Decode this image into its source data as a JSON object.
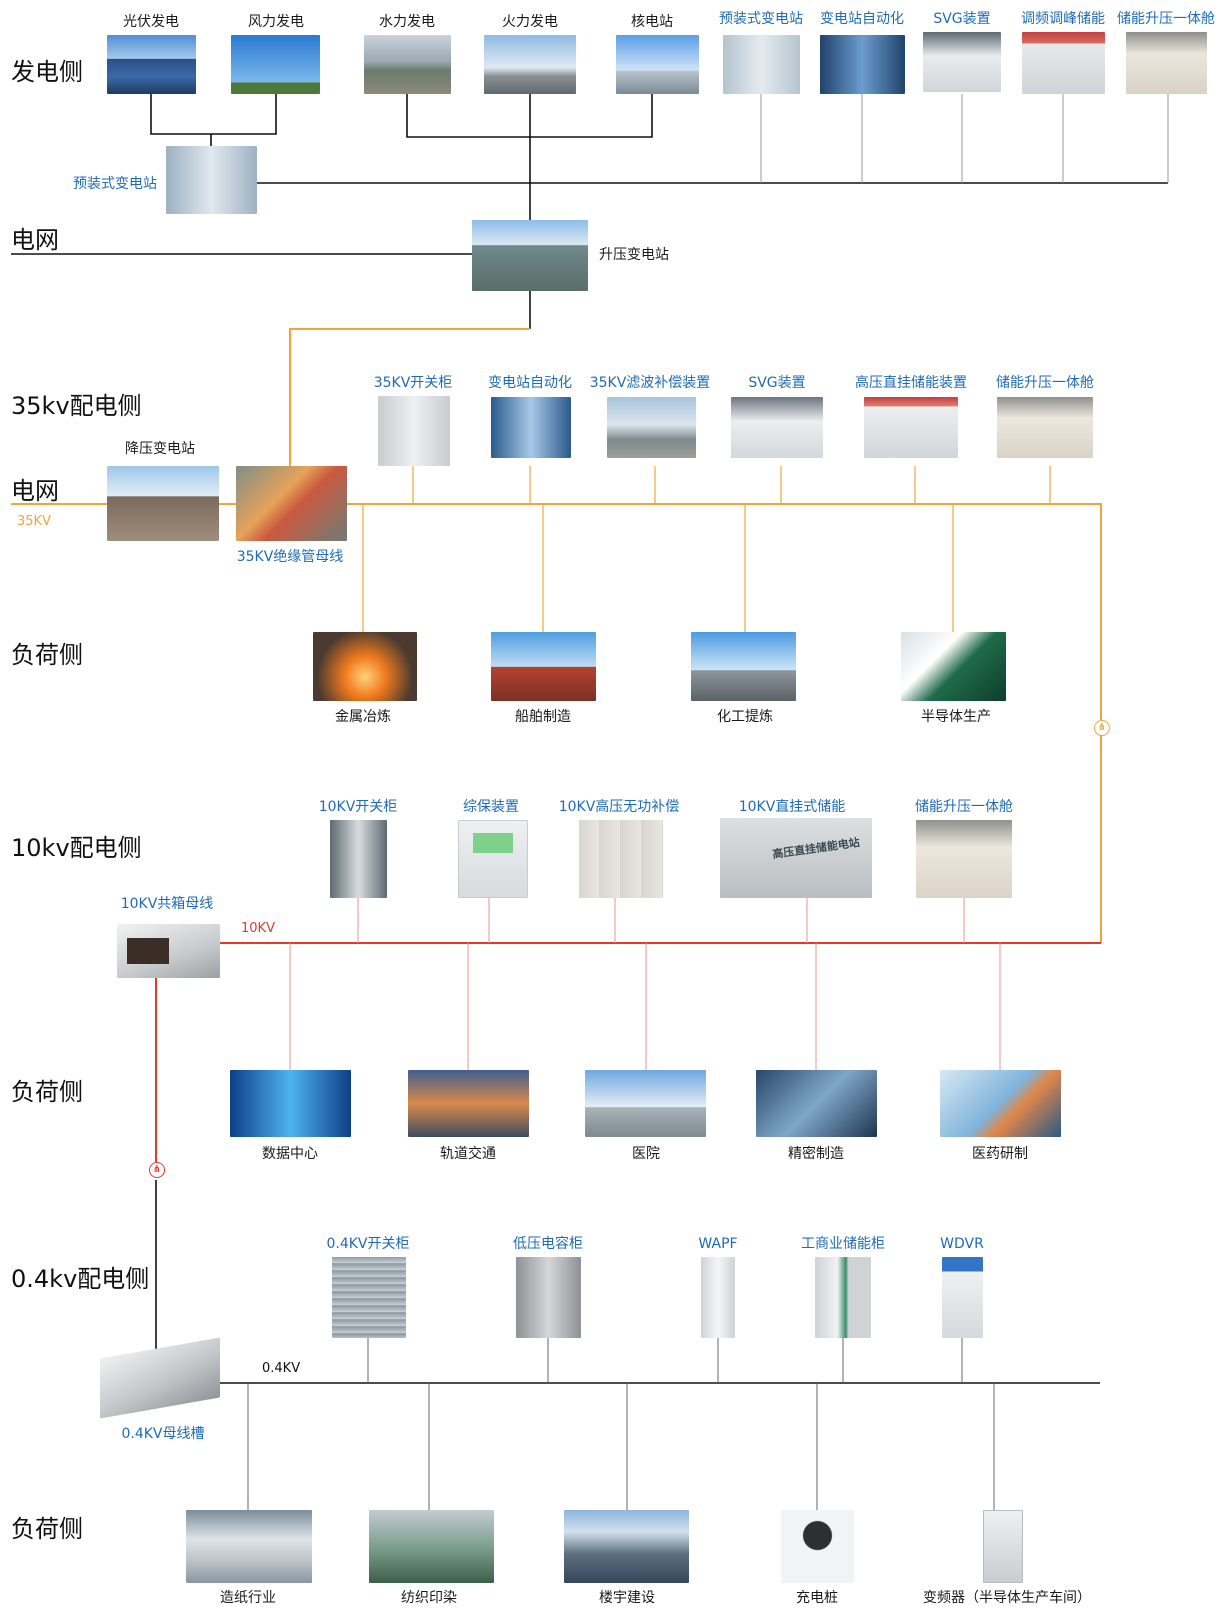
{
  "sections": {
    "generation": "发电侧",
    "grid_1": "电网",
    "dist_35kv": "35kv配电侧",
    "grid_2": "电网",
    "load_35": "负荷侧",
    "dist_10kv": "10kv配电侧",
    "load_10": "负荷侧",
    "dist_04kv": "0.4kv配电侧",
    "load_04": "负荷侧"
  },
  "generation": {
    "sources": [
      "光伏发电",
      "风力发电",
      "水力发电",
      "火力发电",
      "核电站"
    ],
    "equipment": [
      "预装式变电站",
      "变电站自动化",
      "SVG装置",
      "调频调峰储能",
      "储能升压一体舱"
    ],
    "prefab_substation": "预装式变电站",
    "step_up_substation": "升压变电站"
  },
  "dist_35kv": {
    "equipment": [
      "35KV开关柜",
      "变电站自动化",
      "35KV滤波补偿装置",
      "SVG装置",
      "高压直挂储能装置",
      "储能升压一体舱"
    ],
    "step_down_substation": "降压变电站",
    "busbar": "35KV绝缘管母线",
    "voltage": "35KV",
    "loads": [
      "金属冶炼",
      "船舶制造",
      "化工提炼",
      "半导体生产"
    ]
  },
  "dist_10kv": {
    "equipment": [
      "10KV开关柜",
      "综保装置",
      "10KV高压无功补偿",
      "10KV直挂式储能",
      "储能升压一体舱"
    ],
    "busbar": "10KV共箱母线",
    "voltage": "10KV",
    "container_text": "高压直挂储能电站",
    "loads": [
      "数据中心",
      "轨道交通",
      "医院",
      "精密制造",
      "医药研制"
    ]
  },
  "dist_04kv": {
    "equipment": [
      "0.4KV开关柜",
      "低压电容柜",
      "WAPF",
      "工商业储能柜",
      "WDVR"
    ],
    "busbar": "0.4KV母线槽",
    "voltage": "0.4KV",
    "loads": [
      "造纸行业",
      "纺织印染",
      "楼宇建设",
      "充电桩",
      "变频器（半导体生产车间）"
    ]
  },
  "colors": {
    "line_black": "#111111",
    "line_35kv": "#f0a637",
    "line_10kv": "#e23b2e",
    "label_blue": "#1f6bb5"
  }
}
